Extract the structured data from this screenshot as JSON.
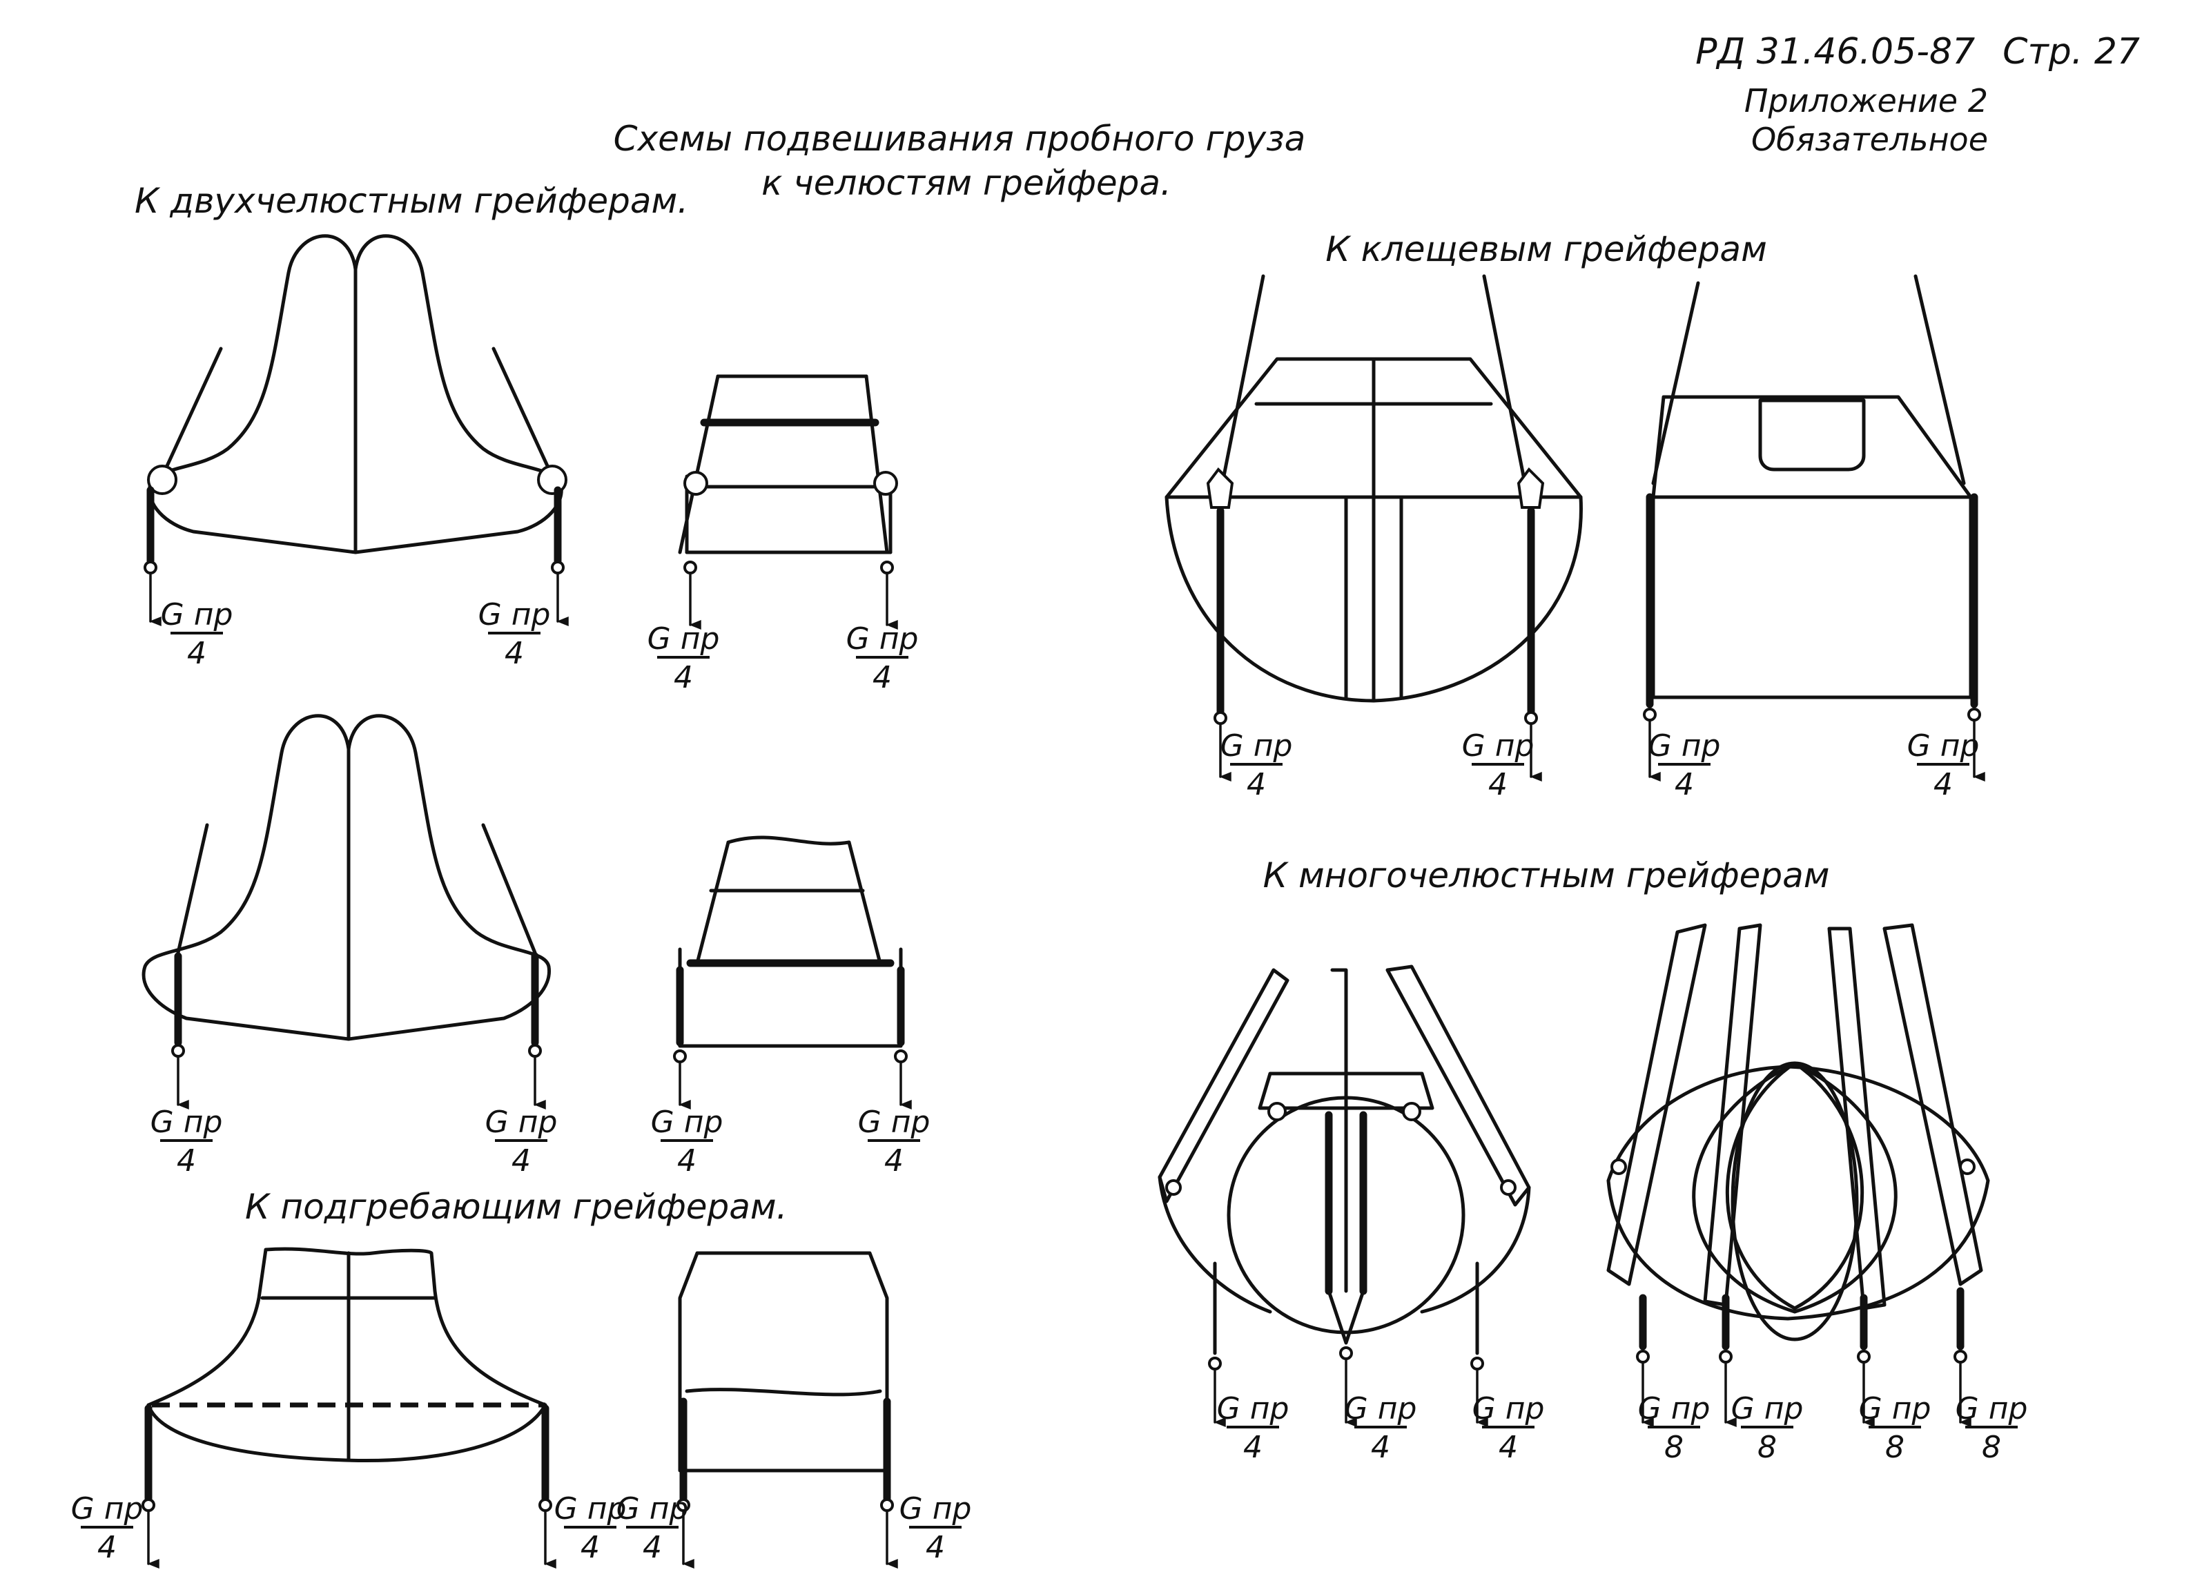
{
  "header": {
    "doc_ref": "РД 31.46.05-87",
    "page": "Стр. 27",
    "appendix": "Приложение 2",
    "status": "Обязательное"
  },
  "title": {
    "line1": "Схемы подвешивания пробного груза",
    "line2": "к челюстям грейфера."
  },
  "sections": {
    "two_jaw": "К двухчелюстным грейферам.",
    "tong": "К клещевым грейферам",
    "multi_jaw": "К многочелюстным грейферам",
    "scraping": "К подгребающим грейферам."
  },
  "load_labels": {
    "numerator": "G пр",
    "denominator_quarter": "4",
    "denominator_eighth": "8"
  }
}
